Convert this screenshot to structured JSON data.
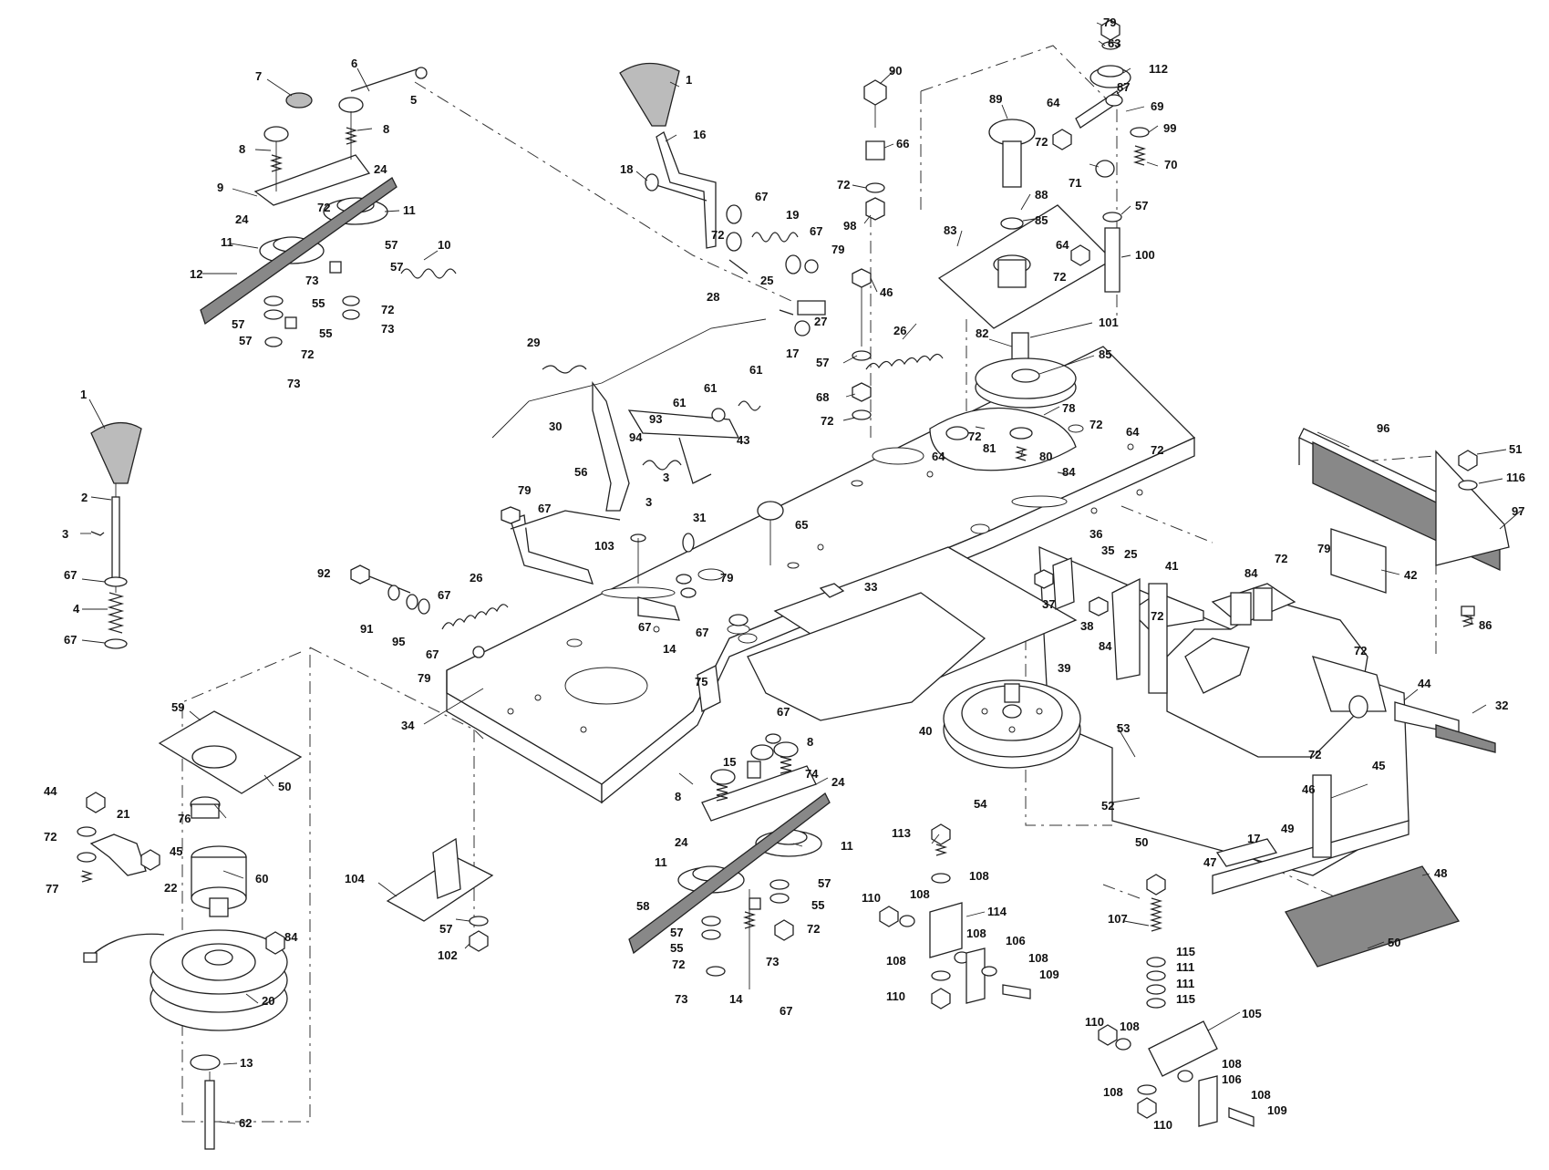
{
  "labels": {
    "n1a": "1",
    "n2": "2",
    "n3a": "3",
    "n4": "4",
    "n67a": "67",
    "n67b": "67",
    "n1b": "1",
    "n16": "16",
    "n18": "18",
    "n67c": "67",
    "n19": "19",
    "n67d": "67",
    "n79a": "79",
    "n72a": "72",
    "n25a": "25",
    "n7": "7",
    "n6": "6",
    "n5": "5",
    "n8a": "8",
    "n8b": "8",
    "n9": "9",
    "n24a": "24",
    "n72b": "72",
    "n11a": "11",
    "n24b": "24",
    "n11b": "11",
    "n12": "12",
    "n73a": "73",
    "n57a": "57",
    "n57b": "57",
    "n55a": "55",
    "n10": "10",
    "n72c": "72",
    "n73b": "73",
    "n57c": "57",
    "n57d": "57",
    "n55b": "55",
    "n72d": "72",
    "n73c": "73",
    "n90": "90",
    "n66": "66",
    "n72e": "72",
    "n98": "98",
    "n46a": "46",
    "n57e": "57",
    "n26a": "26",
    "n68": "68",
    "n72f": "72",
    "n28": "28",
    "n27": "27",
    "n17a": "17",
    "n29": "29",
    "n61a": "61",
    "n61b": "61",
    "n30": "30",
    "n93": "93",
    "n94": "94",
    "n43": "43",
    "n56": "56",
    "n3b": "3",
    "n3c": "3",
    "n79b": "79",
    "n63": "63",
    "n112": "112",
    "n89": "89",
    "n64a": "64",
    "n87": "87",
    "n69": "69",
    "n99": "99",
    "n72g": "72",
    "n71": "71",
    "n70": "70",
    "n88": "88",
    "n85a": "85",
    "n57f": "57",
    "n83": "83",
    "n64b": "64",
    "n72h": "72",
    "n100": "100",
    "n101": "101",
    "n82": "82",
    "n85b": "85",
    "n78": "78",
    "n72i": "72",
    "n64c": "64",
    "n72j": "72",
    "n81": "81",
    "n80": "80",
    "n64d": "64",
    "n72k": "72",
    "n84a": "84",
    "n96": "96",
    "n51": "51",
    "n116": "116",
    "n97": "97",
    "n86": "86",
    "n79c": "79",
    "n67e": "67",
    "n103": "103",
    "n31": "31",
    "n65": "65",
    "n33": "33",
    "n92": "92",
    "n26b": "26",
    "n91": "91",
    "n95": "95",
    "n67f": "67",
    "n67g": "67",
    "n79d": "79",
    "n67h": "67",
    "n14a": "14",
    "n67i": "67",
    "n79e": "79",
    "n36": "36",
    "n35": "35",
    "n25b": "25",
    "n37": "37",
    "n38": "38",
    "n41": "41",
    "n84b": "84",
    "n72l": "72",
    "n79f": "79",
    "n42": "42",
    "n72m": "72",
    "n84c": "84",
    "n72n": "72",
    "n39": "39",
    "n40": "40",
    "n44a": "44",
    "n32": "32",
    "n34": "34",
    "n75": "75",
    "n53": "53",
    "n72o": "72",
    "n46b": "46",
    "n45a": "45",
    "n52": "52",
    "n54": "54",
    "n17b": "17",
    "n49": "49",
    "n50a": "50",
    "n47": "47",
    "n48": "48",
    "n50b": "50",
    "n59": "59",
    "n50c": "50",
    "n44b": "44",
    "n76": "76",
    "n72p": "72",
    "n21": "21",
    "n45b": "45",
    "n60": "60",
    "n77": "77",
    "n22": "22",
    "n84d": "84",
    "n20": "20",
    "n13": "13",
    "n62": "62",
    "n104": "104",
    "n57g": "57",
    "n102": "102",
    "n67j": "67",
    "n8c": "8",
    "n15": "15",
    "n74": "74",
    "n24c": "24",
    "n8d": "8",
    "n11c": "11",
    "n24d": "24",
    "n11d": "11",
    "n58": "58",
    "n57h": "57",
    "n55c": "55",
    "n72q": "72",
    "n57i": "57",
    "n55d": "55",
    "n72r": "72",
    "n73d": "73",
    "n73e": "73",
    "n14b": "14",
    "n67k": "67",
    "n113": "113",
    "n108a": "108",
    "n110a": "110",
    "n108b": "108",
    "n114": "114",
    "n108c": "108",
    "n106a": "106",
    "n108d": "108",
    "n108e": "108",
    "n109a": "109",
    "n110b": "110",
    "n107": "107",
    "n115a": "115",
    "n111a": "111",
    "n111b": "111",
    "n115b": "115",
    "n110c": "110",
    "n108f": "108",
    "n105": "105",
    "n108g": "108",
    "n106b": "106",
    "n108h": "108",
    "n108i": "108",
    "n109b": "109",
    "n110d": "110"
  }
}
